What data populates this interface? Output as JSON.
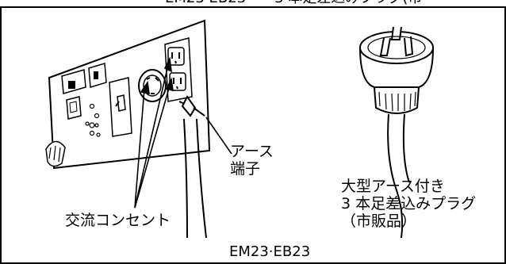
{
  "header_clip": "EM23·EB23　　3 本足差込みプラグ(市",
  "labels": {
    "earth_terminal": [
      "アース",
      "端子"
    ],
    "plug": [
      "大型アース付き",
      "3 本足差込みプラグ",
      "（市販品）"
    ],
    "outlet": "交流コンセント",
    "model": "EM23·EB23"
  },
  "colors": {
    "line": "#000000",
    "background": "#ffffff",
    "frame": "#000000"
  }
}
